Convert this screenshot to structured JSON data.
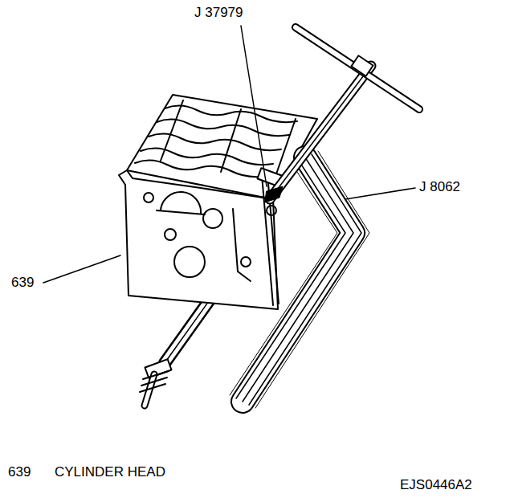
{
  "diagram": {
    "labels": [
      "J 37979",
      "J 8062",
      "639",
      "639",
      "CYLINDER HEAD",
      "EJS0446A2"
    ]
  }
}
